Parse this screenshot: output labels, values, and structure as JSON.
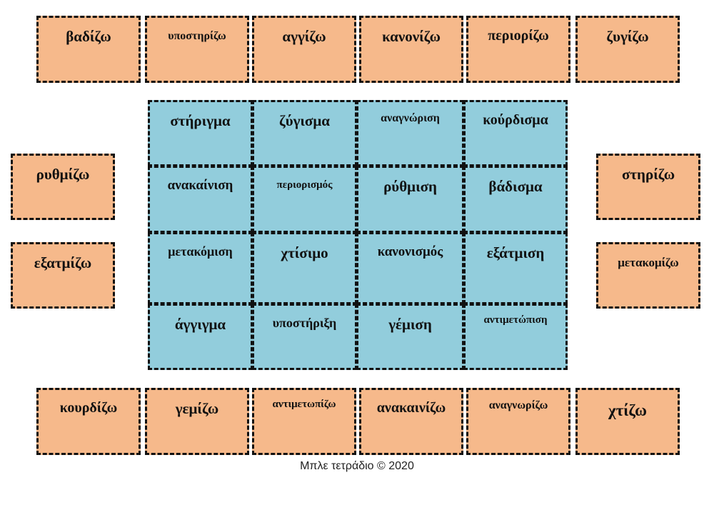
{
  "verbs_top": [
    "βαδίζω",
    "υποστηρίζω",
    "αγγίζω",
    "κανονίζω",
    "περιορίζω",
    "ζυγίζω"
  ],
  "verbs_left": [
    "ρυθμίζω",
    "εξατμίζω"
  ],
  "verbs_right": [
    "στηρίζω",
    "μετακομίζω"
  ],
  "verbs_bottom": [
    "κουρδίζω",
    "γεμίζω",
    "αντιμετωπίζω",
    "ανακαινίζω",
    "αναγνωρίζω",
    "χτίζω"
  ],
  "nouns": [
    [
      "στήριγμα",
      "ζύγισμα",
      "αναγνώριση",
      "κούρδισμα"
    ],
    [
      "ανακαίνιση",
      "περιορισμός",
      "ρύθμιση",
      "βάδισμα"
    ],
    [
      "μετακόμιση",
      "χτίσιμο",
      "κανονισμός",
      "εξάτμιση"
    ],
    [
      "άγγιγμα",
      "υποστήριξη",
      "γέμιση",
      "αντιμετώπιση"
    ]
  ],
  "footer": "Μπλε τετράδιο © 2020",
  "colors": {
    "verb_card": "#f6b98b",
    "noun_card": "#92cddc",
    "border": "#111111"
  }
}
